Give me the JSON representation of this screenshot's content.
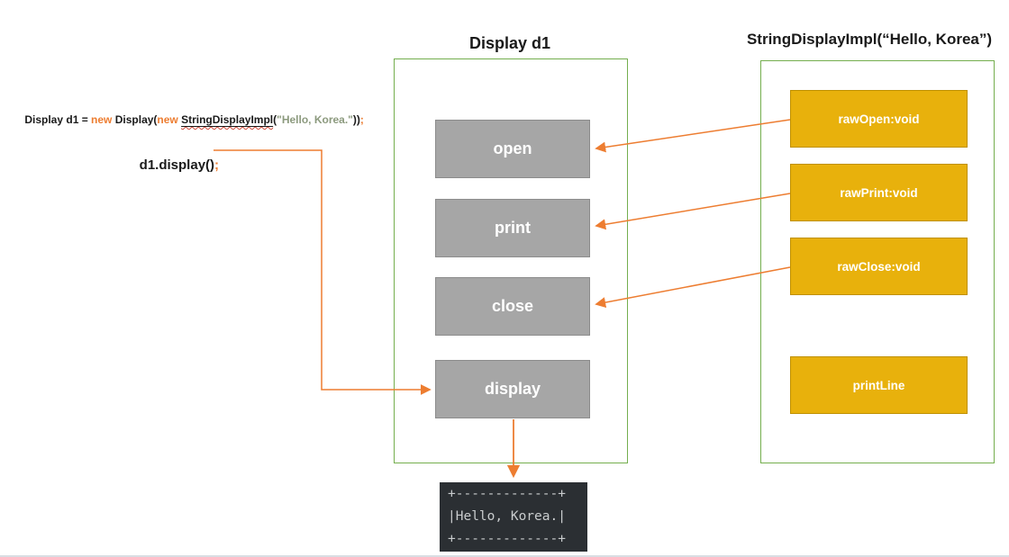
{
  "colors": {
    "container_border": "#74AE4E",
    "method_box_fill": "#A6A6A6",
    "impl_box_fill": "#E8B10C",
    "arrow": "#ED7D31",
    "keyword": "#ED7D31",
    "string_literal": "#8C9A7E",
    "terminal_bg": "#2B2F33",
    "terminal_text": "#C9CCCE"
  },
  "code": {
    "line1": {
      "prefix": "Display d1 = ",
      "keyword1": "new",
      "middle": " Display(",
      "keyword2": "new",
      "space": " ",
      "class_name": "StringDisplayImpl",
      "open_paren": "(",
      "string_arg": "\"Hello, Korea.\"",
      "close_parens": "))",
      "semicolon": ";"
    },
    "line2": {
      "call": "d1.display()",
      "semicolon": ";"
    }
  },
  "display_container": {
    "title": "Display d1",
    "methods": [
      {
        "label": "open"
      },
      {
        "label": "print"
      },
      {
        "label": "close"
      },
      {
        "label": "display"
      }
    ]
  },
  "impl_container": {
    "title": "StringDisplayImpl(“Hello, Korea”)",
    "methods": [
      {
        "label": "rawOpen:void"
      },
      {
        "label": "rawPrint:void"
      },
      {
        "label": "rawClose:void"
      },
      {
        "label": "printLine"
      }
    ]
  },
  "terminal": {
    "lines": [
      "+-------------+",
      "|Hello, Korea.|",
      "+-------------+"
    ]
  }
}
